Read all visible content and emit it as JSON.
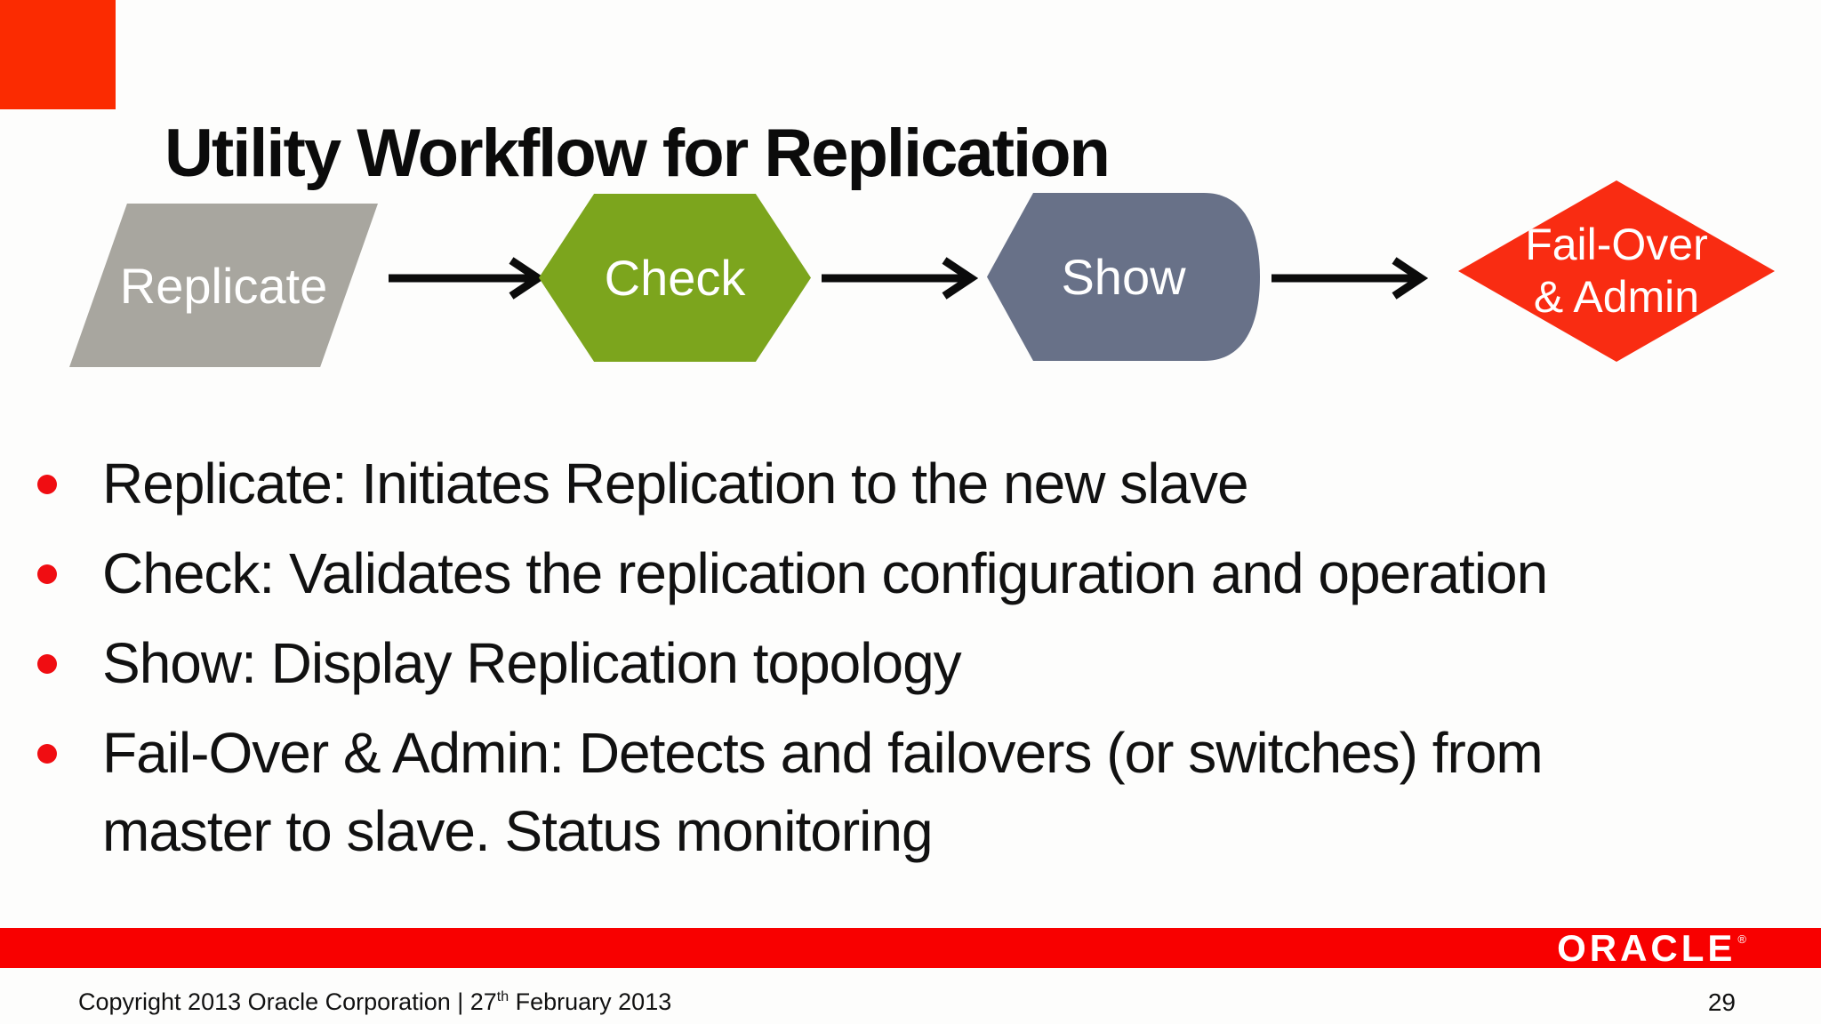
{
  "slide": {
    "title": "Utility Workflow for Replication",
    "page_number": "29",
    "footer": {
      "copyright_prefix": "Copyright 2013 Oracle Corporation | 27",
      "copyright_sup": "th",
      "copyright_suffix": " February 2013"
    },
    "brand": {
      "logo_text": "ORACLE",
      "registered_mark": "®"
    }
  },
  "workflow": {
    "steps": [
      {
        "label": "Replicate",
        "shape": "parallelogram",
        "color": "#a8a69f"
      },
      {
        "label": "Check",
        "shape": "hexagon",
        "color": "#7ca51d"
      },
      {
        "label": "Show",
        "shape": "rounded-pentagon",
        "color": "#687188"
      },
      {
        "label_line1": "Fail-Over",
        "label_line2": "& Admin",
        "shape": "diamond",
        "color": "#f92c12"
      }
    ],
    "arrow_color": "#0b0b0b"
  },
  "bullets": [
    {
      "text": "Replicate: Initiates Replication to the new slave"
    },
    {
      "text": "Check: Validates the replication configuration and operation"
    },
    {
      "text": "Show: Display Replication topology"
    },
    {
      "line1": "Fail-Over & Admin: Detects and failovers (or switches) from",
      "line2": "master to slave. Status monitoring"
    }
  ],
  "colors": {
    "corner_square": "#fb2b01",
    "footer_bar": "#f80000",
    "bullet_dot": "#f00d12",
    "title_text": "#0b0b0b",
    "body_text": "#111111",
    "shape_text": "#ffffff"
  }
}
